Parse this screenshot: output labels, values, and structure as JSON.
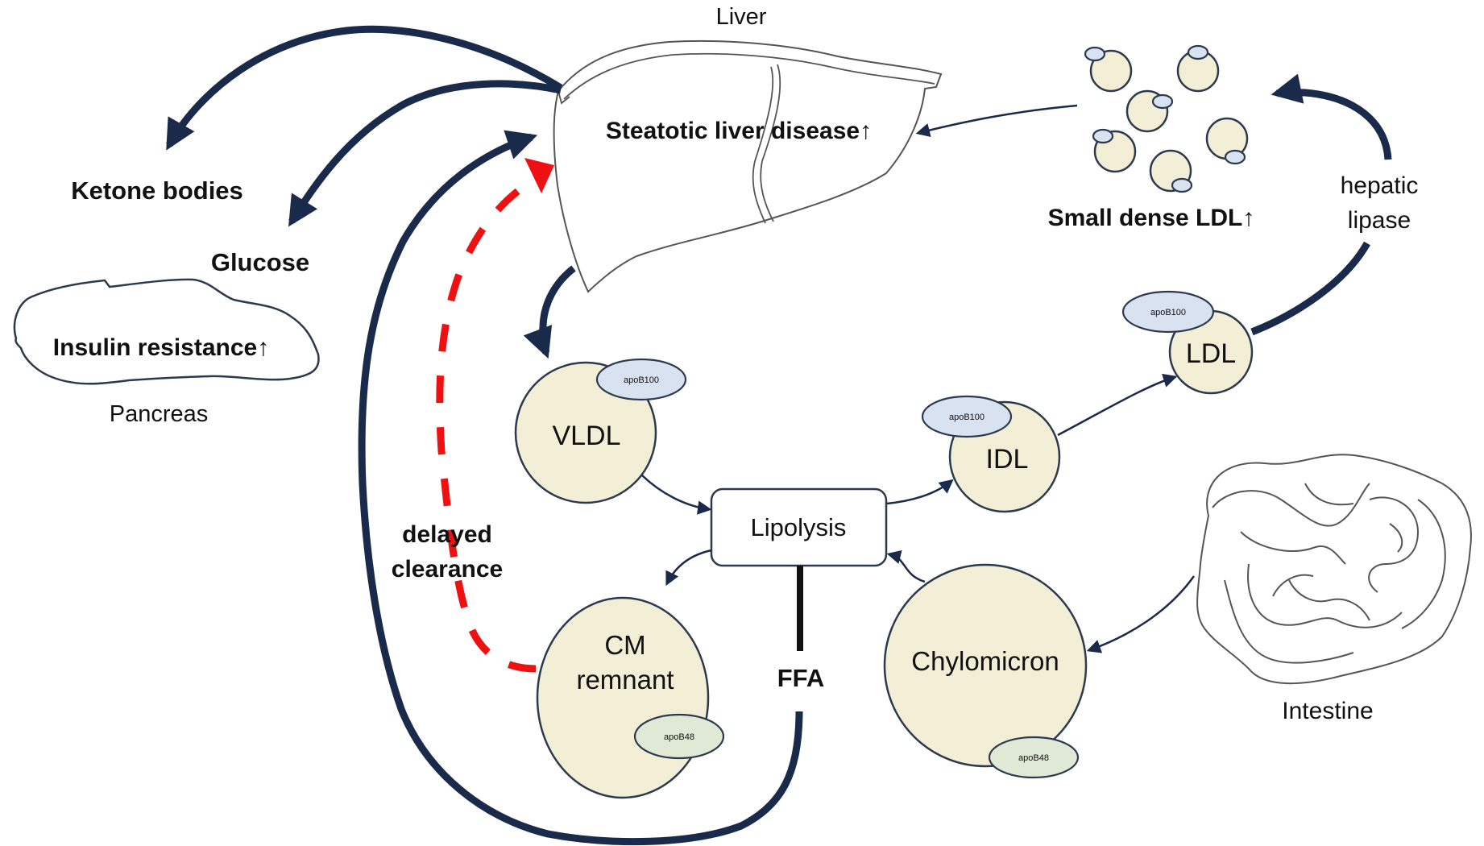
{
  "diagram": {
    "organs": {
      "liver": {
        "name": "Liver",
        "condition": "Steatotic liver disease↑"
      },
      "pancreas": {
        "name": "Pancreas",
        "condition": "Insulin resistance↑"
      },
      "intestine": {
        "name": "Intestine"
      }
    },
    "outputs": {
      "ketone": "Ketone bodies",
      "glucose": "Glucose"
    },
    "lipoproteins": {
      "vldl": {
        "label": "VLDL",
        "apo": "apoB100"
      },
      "idl": {
        "label": "IDL",
        "apo": "apoB100"
      },
      "ldl": {
        "label": "LDL",
        "apo": "apoB100"
      },
      "chylomicron": {
        "label": "Chylomicron",
        "apo": "apoB48"
      },
      "cm_remnant": {
        "line1": "CM",
        "line2": "remnant",
        "apo": "apoB48"
      },
      "small_dense_ldl": {
        "label": "Small dense LDL↑"
      }
    },
    "process": {
      "lipolysis": "Lipolysis",
      "ffa": "FFA",
      "hepatic_lipase_line1": "hepatic",
      "hepatic_lipase_line2": "lipase",
      "delayed_line1": "delayed",
      "delayed_line2": "clearance"
    },
    "colors": {
      "arrow": "#1a2a4a",
      "delayed_clearance": "#ee1111",
      "particle_fill": "#f2efd6",
      "apoB100_fill": "#d9e2f1",
      "apoB48_fill": "#dfe9d6"
    }
  }
}
